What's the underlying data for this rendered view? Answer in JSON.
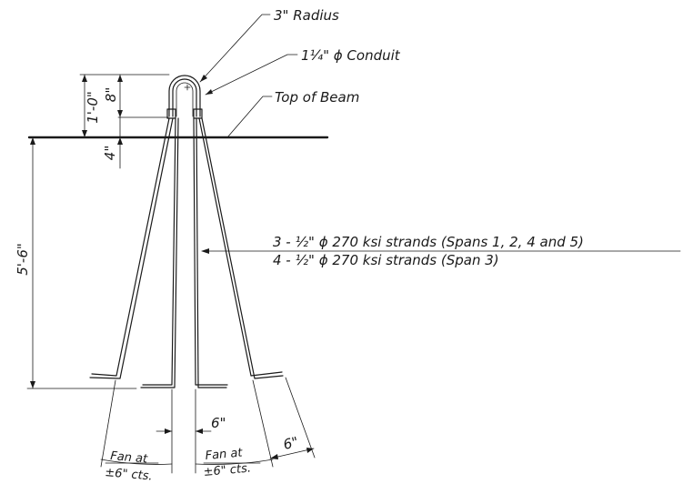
{
  "labels": {
    "radius": "3\" Radius",
    "conduit_frac": "1¼\" ϕ Conduit",
    "top_of_beam": "Top of Beam",
    "strands_line1": "3 - ½\" ϕ 270 ksi strands (Spans 1, 2, 4 and 5)",
    "strands_line2": "4 - ½\" ϕ 270 ksi strands (Span 3)"
  },
  "dimensions": {
    "overall_above": "1'-0\"",
    "loop_height": "8\"",
    "embed": "4\"",
    "depth": "5'-6\"",
    "gap": "6\"",
    "hook": "6\"",
    "fan_left_1": "Fan at",
    "fan_left_2": "±6\" cts.",
    "fan_right_1": "Fan at",
    "fan_right_2": "±6\" cts."
  }
}
